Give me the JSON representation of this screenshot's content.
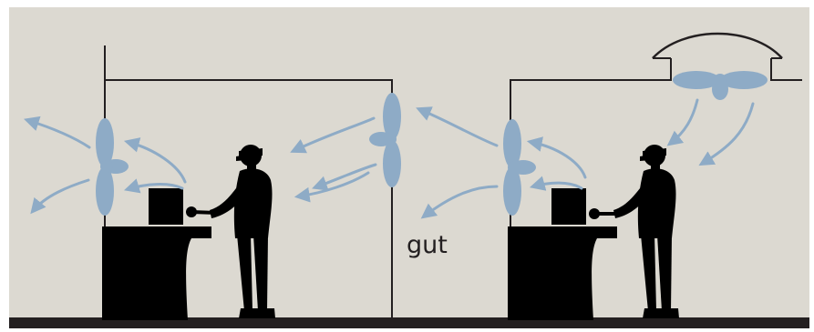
{
  "caption": "gut",
  "colors": {
    "background": "#dcd9d1",
    "silhouette": "#000000",
    "fan": "#8eabc6",
    "arrow": "#8eabc6",
    "line": "#231f20",
    "floor": "#231f20"
  },
  "icons": [
    "fan-icon",
    "worker-silhouette",
    "workbench",
    "box",
    "hammer",
    "airflow-arrow",
    "hood"
  ]
}
